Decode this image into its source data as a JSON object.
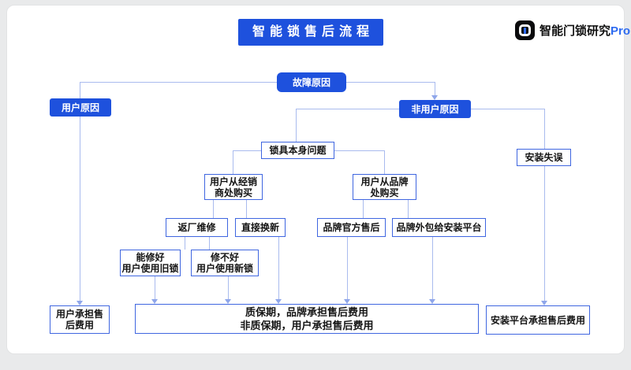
{
  "palette": {
    "blue": "#1e51dd",
    "border_blue": "#3f66e0",
    "line_blue": "#a9bbee",
    "arrow_blue": "#8fa6ea",
    "bg": "#e9eaeb",
    "canvas": "#ffffff",
    "ink": "#141414",
    "pro_blue": "#2e6bf0"
  },
  "header": {
    "title": "智能锁售后流程",
    "logo_text": "智能门锁研究",
    "logo_suffix": "Pro"
  },
  "nodes": {
    "fault_cause": "故障原因",
    "user_cause": "用户原因",
    "non_user_cause": "非用户原因",
    "lock_problem": "锁具本身问题",
    "install_error": "安装失误",
    "buy_dealer": "用户从经销\n商处购买",
    "buy_brand": "用户从品牌\n处购买",
    "factory_repair": "返厂维修",
    "direct_replace": "直接换新",
    "brand_official": "品牌官方售后",
    "brand_outsource": "品牌外包给安装平台",
    "repair_ok": "能修好\n用户使用旧锁",
    "repair_fail": "修不好\n用户使用新锁",
    "outcome_user": "用户承担售\n后费用",
    "outcome_warranty": "质保期，品牌承担售后费用\n非质保期，用户承担售后费用",
    "outcome_platform": "安装平台承担售后费用"
  }
}
